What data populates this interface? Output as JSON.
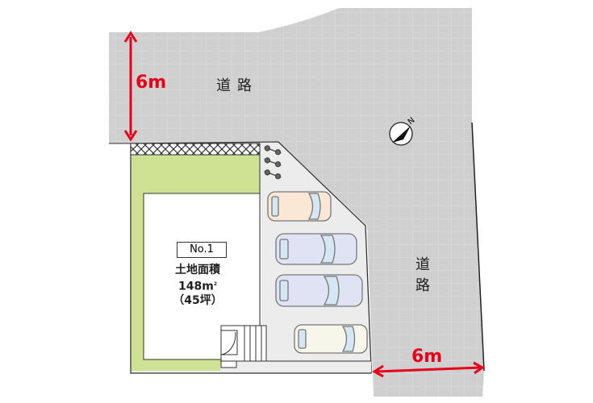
{
  "roads": {
    "top_label": "道路",
    "right_label_1": "道",
    "right_label_2": "路"
  },
  "dimensions": {
    "top_road_width": "6m",
    "right_road_width": "6m"
  },
  "lot": {
    "number": "No.1",
    "area_title": "土地面積",
    "area_sqm": "148m",
    "sqm_sup": "2",
    "area_tsubo": "（45坪）"
  },
  "compass": {
    "label": "N"
  },
  "colors": {
    "road": "#cfcfcf",
    "garden": "#cfe294",
    "parking": "#ececec",
    "dimension": "#e6001a"
  },
  "parking": {
    "car_colors": [
      "#fbe7d6",
      "#dfe3f3",
      "#dfe3f3",
      "#f6f6ea"
    ],
    "bicycles": 3
  }
}
